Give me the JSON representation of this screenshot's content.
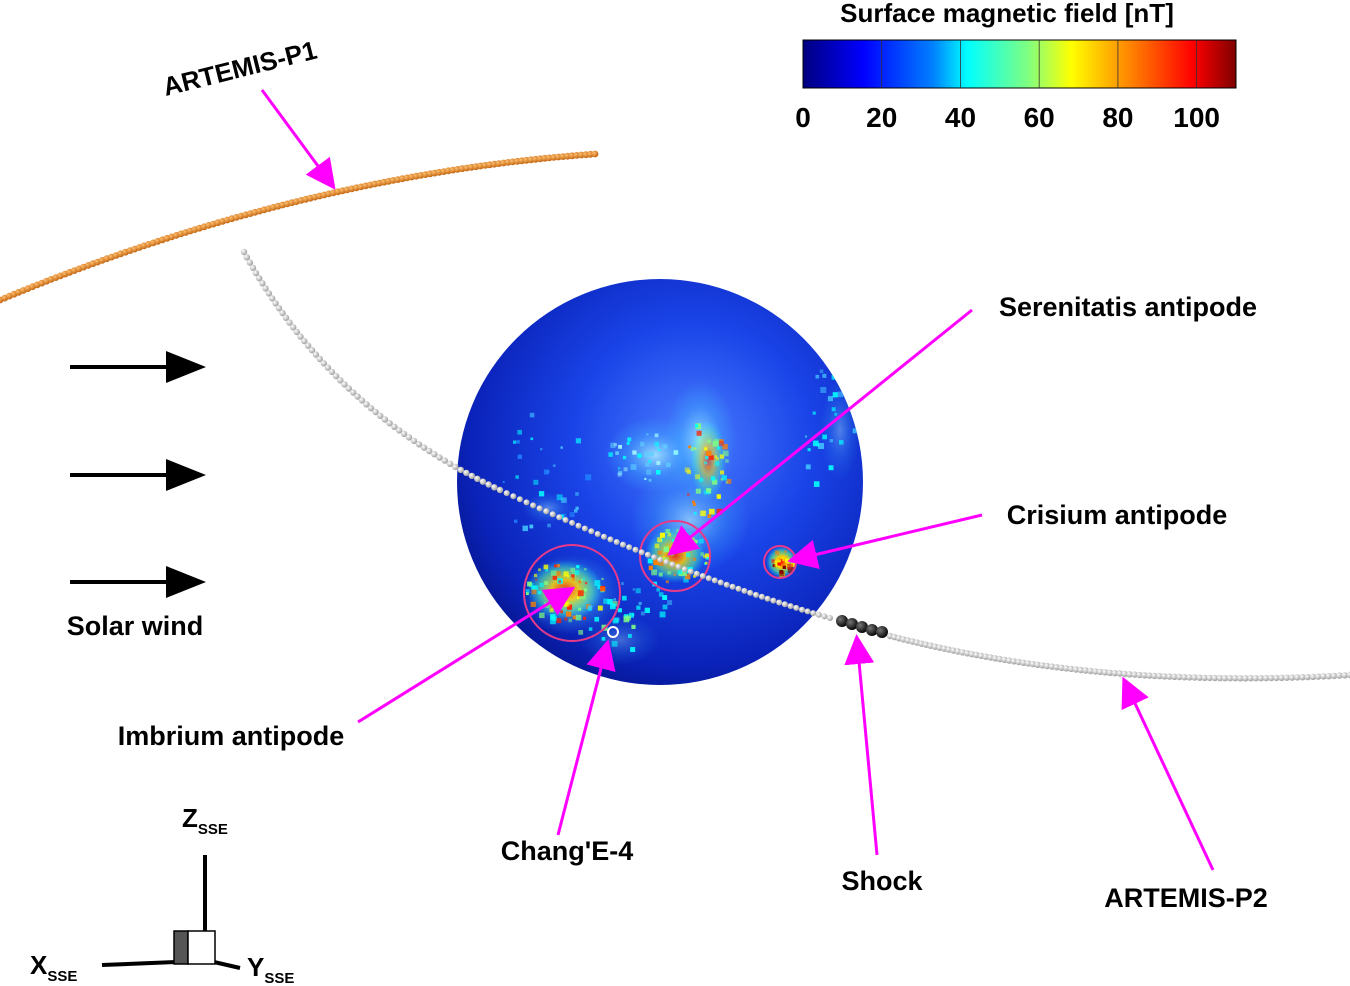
{
  "colorbar": {
    "title": "Surface magnetic field [nT]",
    "ticks": [
      "0",
      "20",
      "40",
      "60",
      "80",
      "100"
    ],
    "min": 0,
    "max": 110,
    "colors": [
      "#00007f",
      "#0000ff",
      "#0080ff",
      "#00ffff",
      "#80ff80",
      "#ffff00",
      "#ff8000",
      "#ff0000",
      "#7f0000"
    ]
  },
  "labels": {
    "artemis_p1": "ARTEMIS-P1",
    "artemis_p2": "ARTEMIS-P2",
    "serenitatis": "Serenitatis antipode",
    "crisium": "Crisium antipode",
    "imbrium": "Imbrium antipode",
    "change4": "Chang'E-4",
    "shock": "Shock",
    "solar_wind": "Solar wind"
  },
  "axes": {
    "z": "Z",
    "y": "Y",
    "x": "X",
    "sub": "SSE"
  },
  "colors": {
    "annotation": "#ff00ff",
    "p1_orbit": "#e08a1e",
    "p2_orbit": "#e6e6e6",
    "shock_beads": "#111111",
    "moon_base": "#0b2fd0"
  }
}
